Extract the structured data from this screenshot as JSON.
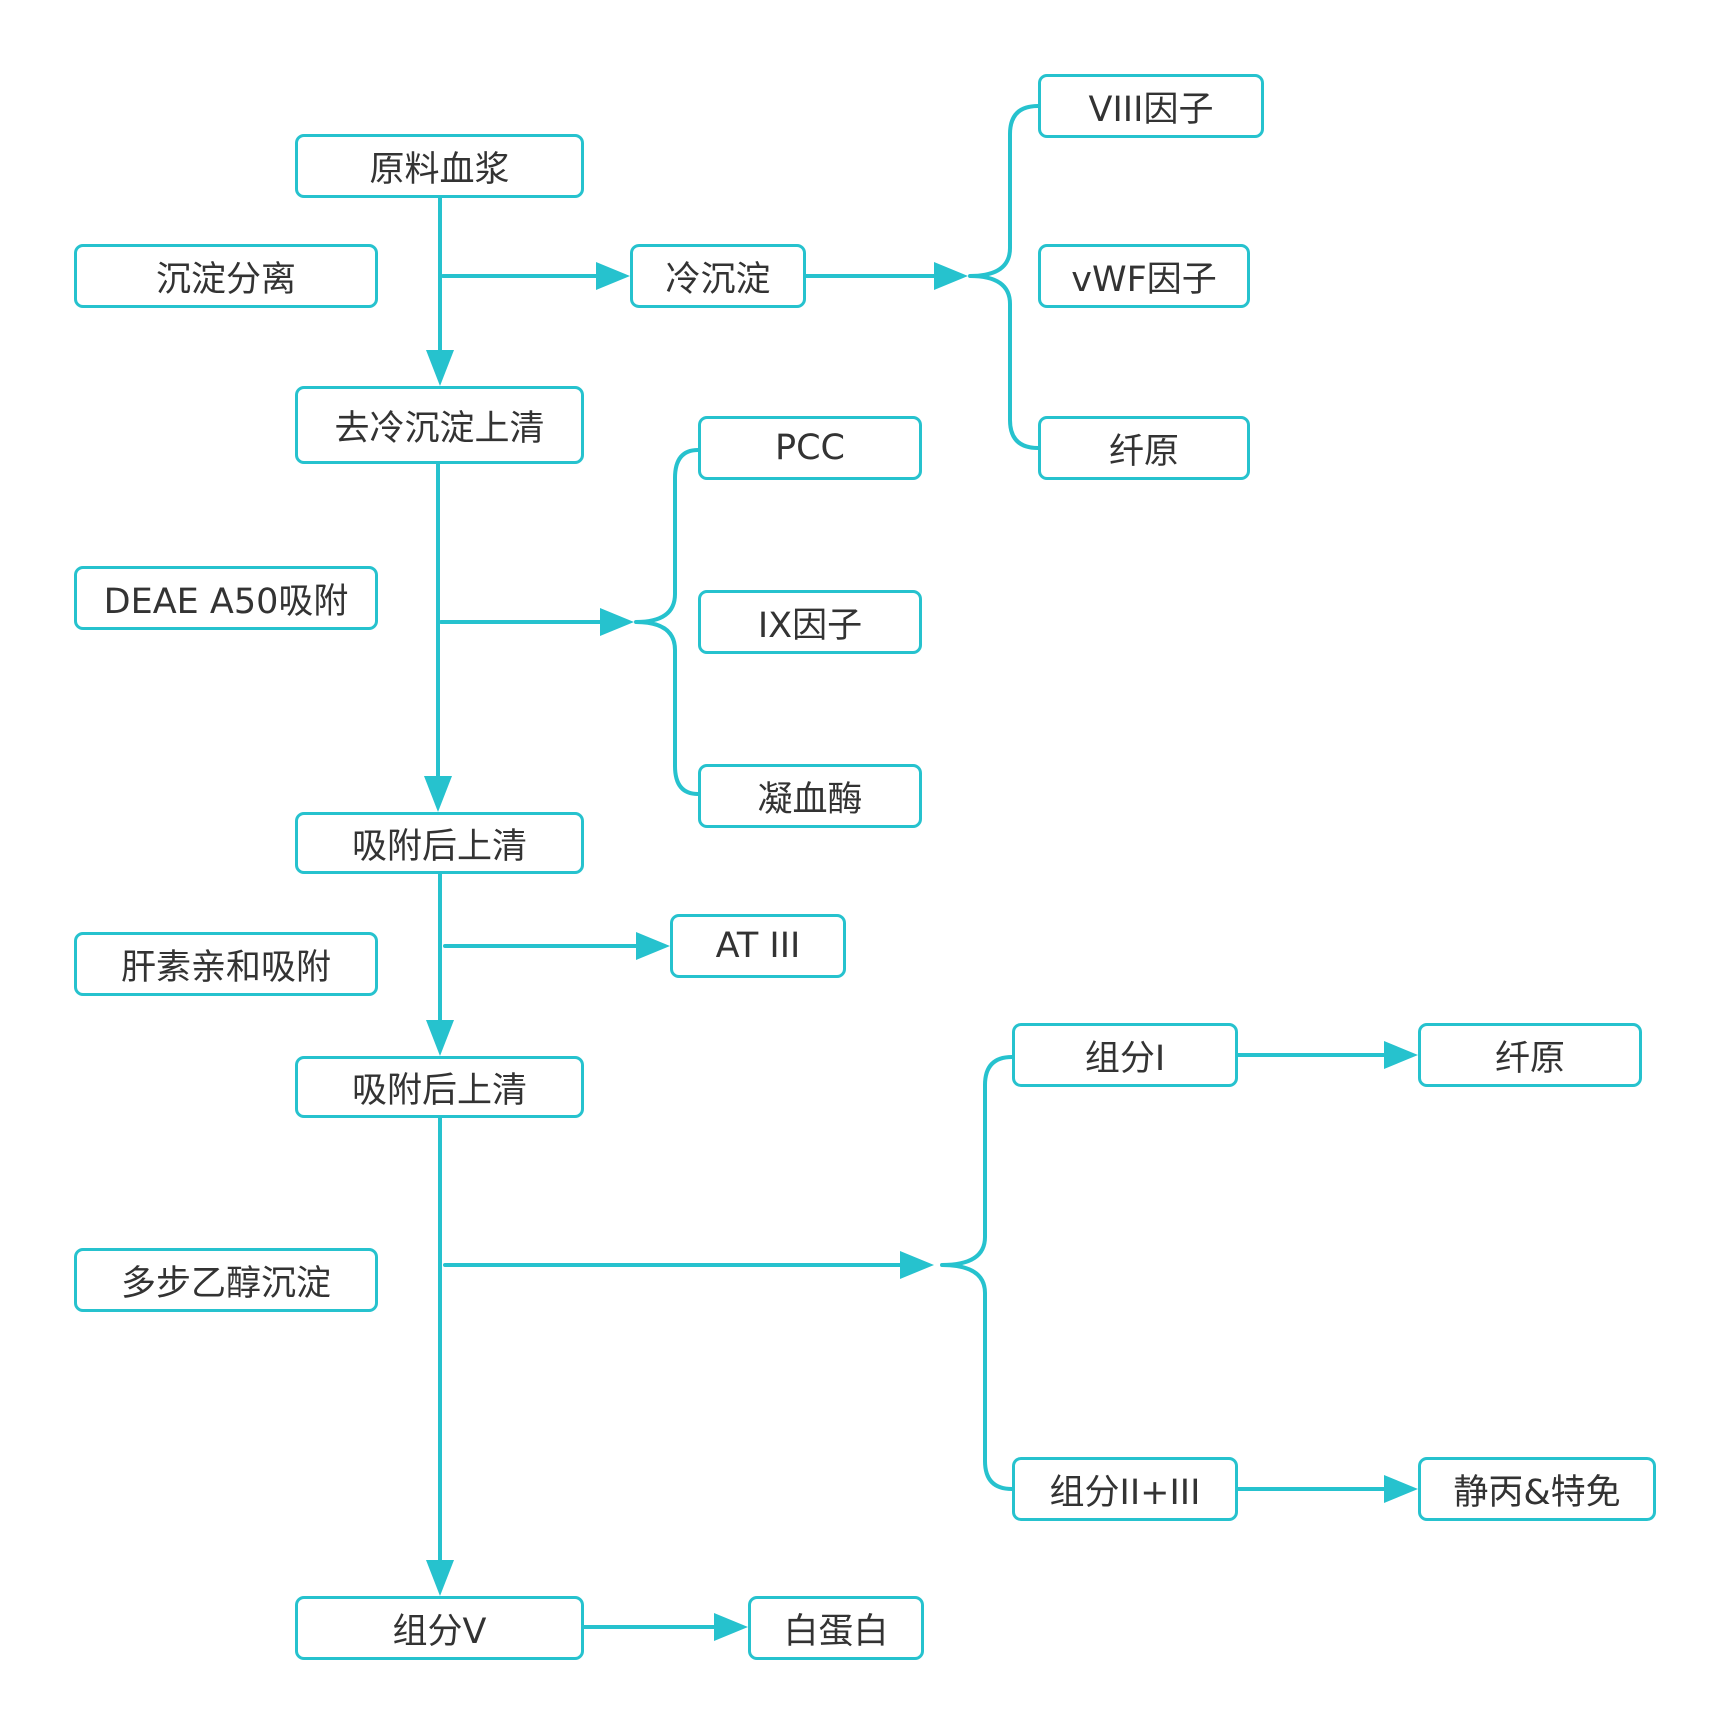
{
  "colors": {
    "accent": "#26C2CE",
    "text": "#333333"
  },
  "nodes": {
    "raw_plasma": "原料血浆",
    "precip_sep": "沉淀分离",
    "cryo": "冷沉淀",
    "f8": "VIII因子",
    "vwf": "vWF因子",
    "fib1": "纤原",
    "cryo_poor": "去冷沉淀上清",
    "deae": "DEAE A50吸附",
    "pcc": "PCC",
    "f9": "IX因子",
    "thrombin": "凝血酶",
    "post_ads1": "吸附后上清",
    "heparin": "肝素亲和吸附",
    "at3": "AT III",
    "post_ads2": "吸附后上清",
    "ethanol": "多步乙醇沉淀",
    "fr1": "组分I",
    "fib2": "纤原",
    "fr23": "组分II+III",
    "ivig": "静丙&特免",
    "fr5": "组分V",
    "albumin": "白蛋白"
  }
}
